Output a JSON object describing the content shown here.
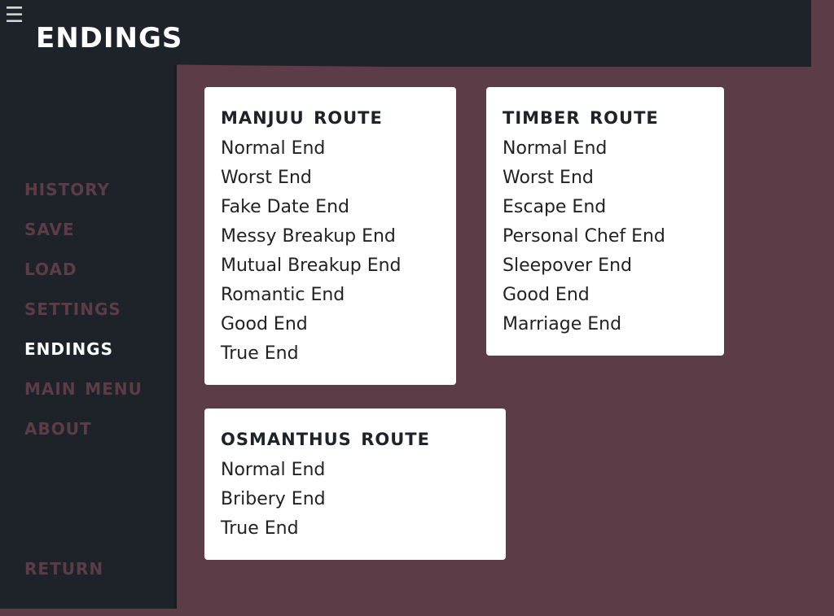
{
  "header": {
    "title": "ENDINGS",
    "menu_icon": "hamburger-icon"
  },
  "nav": {
    "items": [
      {
        "label": "HISTORY",
        "active": false
      },
      {
        "label": "SAVE",
        "active": false
      },
      {
        "label": "LOAD",
        "active": false
      },
      {
        "label": "SETTINGS",
        "active": false
      },
      {
        "label": "ENDINGS",
        "active": true
      },
      {
        "label": "MAIN MENU",
        "active": false
      },
      {
        "label": "ABOUT",
        "active": false
      }
    ],
    "return_label": "RETURN"
  },
  "routes": [
    {
      "title": "MANJUU ROUTE",
      "endings": [
        "Normal End",
        "Worst End",
        "Fake Date End",
        "Messy Breakup End",
        "Mutual Breakup End",
        "Romantic End",
        "Good End",
        "True End"
      ]
    },
    {
      "title": "TIMBER ROUTE",
      "endings": [
        "Normal End",
        "Worst End",
        "Escape End",
        "Personal Chef End",
        "Sleepover End",
        "Good End",
        "Marriage End"
      ]
    },
    {
      "title": "OSMANTHUS ROUTE",
      "endings": [
        "Normal End",
        "Bribery End",
        "True End"
      ]
    }
  ],
  "colors": {
    "background": "#5c3c47",
    "panel": "#1e2329",
    "card": "#ffffff",
    "active_nav": "#ffffff",
    "inactive_nav": "#5c3c47"
  }
}
